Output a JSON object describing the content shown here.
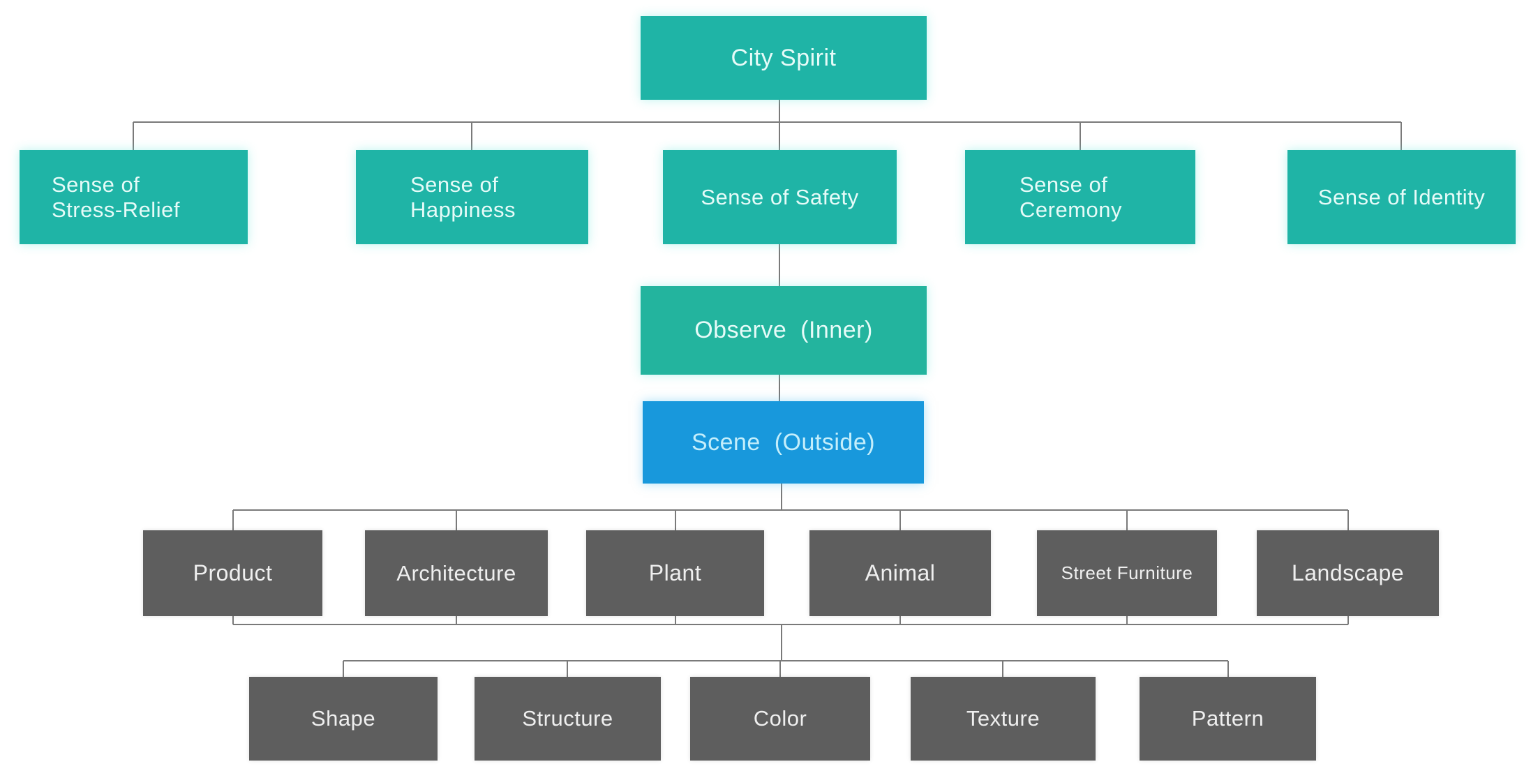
{
  "diagram_title": "City Spirit hierarchy diagram",
  "palette": {
    "teal": "#1FB4A6",
    "teal_green": "#23B49E",
    "blue": "#1898DC",
    "gray": "#5E5E5E",
    "line": "#7a7a7a",
    "text_on_teal": "#E6FBF8",
    "text_on_blue": "#C4EEFB",
    "text_on_gray": "#EFEFEF"
  },
  "nodes": {
    "city_spirit": {
      "label": "City Spirit"
    },
    "stress_relief": {
      "label": "Sense of\nStress-Relief"
    },
    "happiness": {
      "label": "Sense of\nHappiness"
    },
    "safety": {
      "label": "Sense of Safety"
    },
    "ceremony": {
      "label": "Sense of\nCeremony"
    },
    "identity": {
      "label": "Sense of Identity"
    },
    "observe": {
      "label": "Observe  (Inner)"
    },
    "scene": {
      "label": "Scene  (Outside)"
    },
    "product": {
      "label": "Product"
    },
    "architecture": {
      "label": "Architecture"
    },
    "plant": {
      "label": "Plant"
    },
    "animal": {
      "label": "Animal"
    },
    "street_furniture": {
      "label": "Street Furniture"
    },
    "landscape": {
      "label": "Landscape"
    },
    "shape": {
      "label": "Shape"
    },
    "structure": {
      "label": "Structure"
    },
    "color": {
      "label": "Color"
    },
    "texture": {
      "label": "Texture"
    },
    "pattern": {
      "label": "Pattern"
    }
  }
}
